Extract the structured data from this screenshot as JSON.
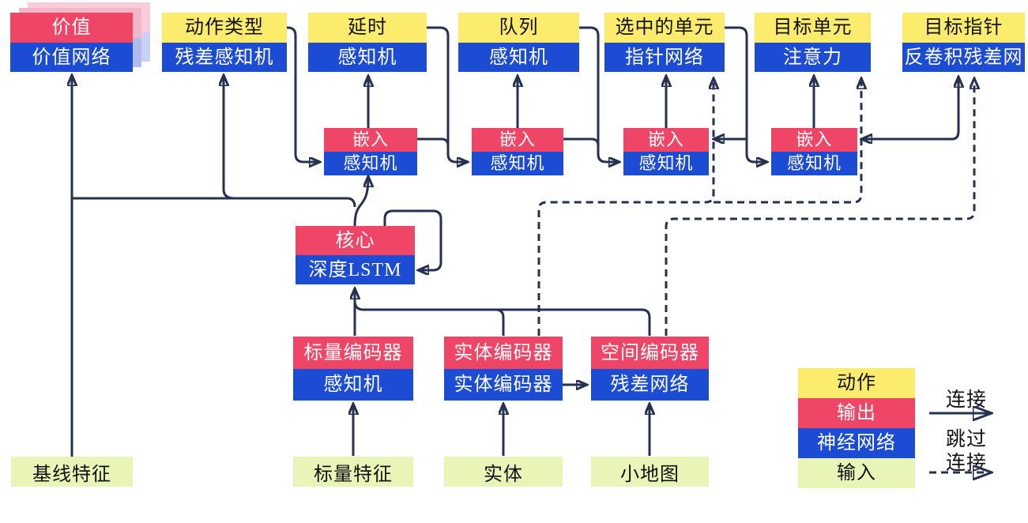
{
  "colors": {
    "yellow": "#FBEC6E",
    "red": "#EF4566",
    "blue": "#1C4BD4",
    "green": "#E9F5B7",
    "line": "#263152",
    "shadow_red_light": "#F5B4C8",
    "shadow_blue_light": "#AEBCEF",
    "shadow_red_lighter": "#F9CDDC",
    "shadow_blue_lighter": "#C8D2F6"
  },
  "nodes": {
    "value": {
      "top": "价值",
      "bottom": "价值网络"
    },
    "action_type": {
      "top": "动作类型",
      "bottom": "残差感知机"
    },
    "delay": {
      "top": "延时",
      "bottom": "感知机"
    },
    "queue": {
      "top": "队列",
      "bottom": "感知机"
    },
    "selected_units": {
      "top": "选中的单元",
      "bottom": "指针网络"
    },
    "target_unit": {
      "top": "目标单元",
      "bottom": "注意力"
    },
    "target_point": {
      "top": "目标指针",
      "bottom": "反卷积残差网"
    },
    "embed": {
      "top": "嵌入",
      "bottom": "感知机"
    },
    "core": {
      "top": "核心",
      "bottom": "深度LSTM"
    },
    "scalar_encoder": {
      "top": "标量编码器",
      "bottom": "感知机"
    },
    "entity_encoder": {
      "top": "实体编码器",
      "bottom": "实体编码器"
    },
    "spatial_encoder": {
      "top": "空间编码器",
      "bottom": "残差网络"
    },
    "baseline_features": {
      "label": "基线特征"
    },
    "scalar_features": {
      "label": "标量特征"
    },
    "entities": {
      "label": "实体"
    },
    "minimap": {
      "label": "小地图"
    }
  },
  "legend": {
    "rows": [
      {
        "label": "动作"
      },
      {
        "label": "输出"
      },
      {
        "label": "神经网络"
      },
      {
        "label": "输入"
      }
    ],
    "connection_label": "连接",
    "skip_label_line1": "跳过",
    "skip_label_line2": "连接"
  }
}
